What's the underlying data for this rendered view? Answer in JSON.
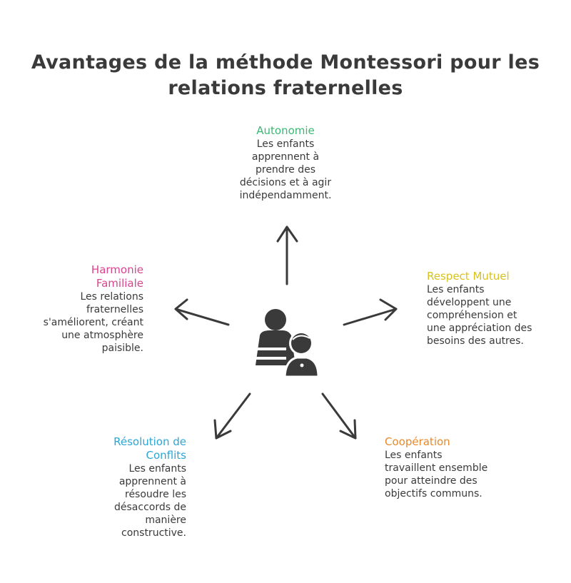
{
  "title": {
    "line1": "Avantages de la méthode Montessori pour les",
    "line2": "relations fraternelles"
  },
  "colors": {
    "autonomie": "#3bb873",
    "respect": "#d9c21c",
    "cooperation": "#e8892b",
    "resolution": "#2ba6d6",
    "harmonie": "#d9438f",
    "ink": "#3a3a3a"
  },
  "center_icon": "siblings-people-icon",
  "nodes": {
    "autonomie": {
      "heading": "Autonomie",
      "lines": [
        "Les enfants",
        "apprennent à",
        "prendre des",
        "décisions et à agir",
        "indépendamment."
      ]
    },
    "respect": {
      "heading": "Respect Mutuel",
      "lines": [
        "Les enfants",
        "développent une",
        "compréhension et",
        "une appréciation des",
        "besoins des autres."
      ]
    },
    "cooperation": {
      "heading": "Coopération",
      "lines": [
        "Les enfants",
        "travaillent ensemble",
        "pour atteindre des",
        "objectifs communs."
      ]
    },
    "resolution": {
      "heading_lines": [
        "Résolution de",
        "Conflits"
      ],
      "lines": [
        "Les enfants",
        "apprennent à",
        "résoudre les",
        "désaccords de",
        "manière",
        "constructive."
      ]
    },
    "harmonie": {
      "heading_lines": [
        "Harmonie",
        "Familiale"
      ],
      "lines": [
        "Les relations",
        "fraternelles",
        "s'améliorent, créant",
        "une atmosphère",
        "paisible."
      ]
    }
  }
}
